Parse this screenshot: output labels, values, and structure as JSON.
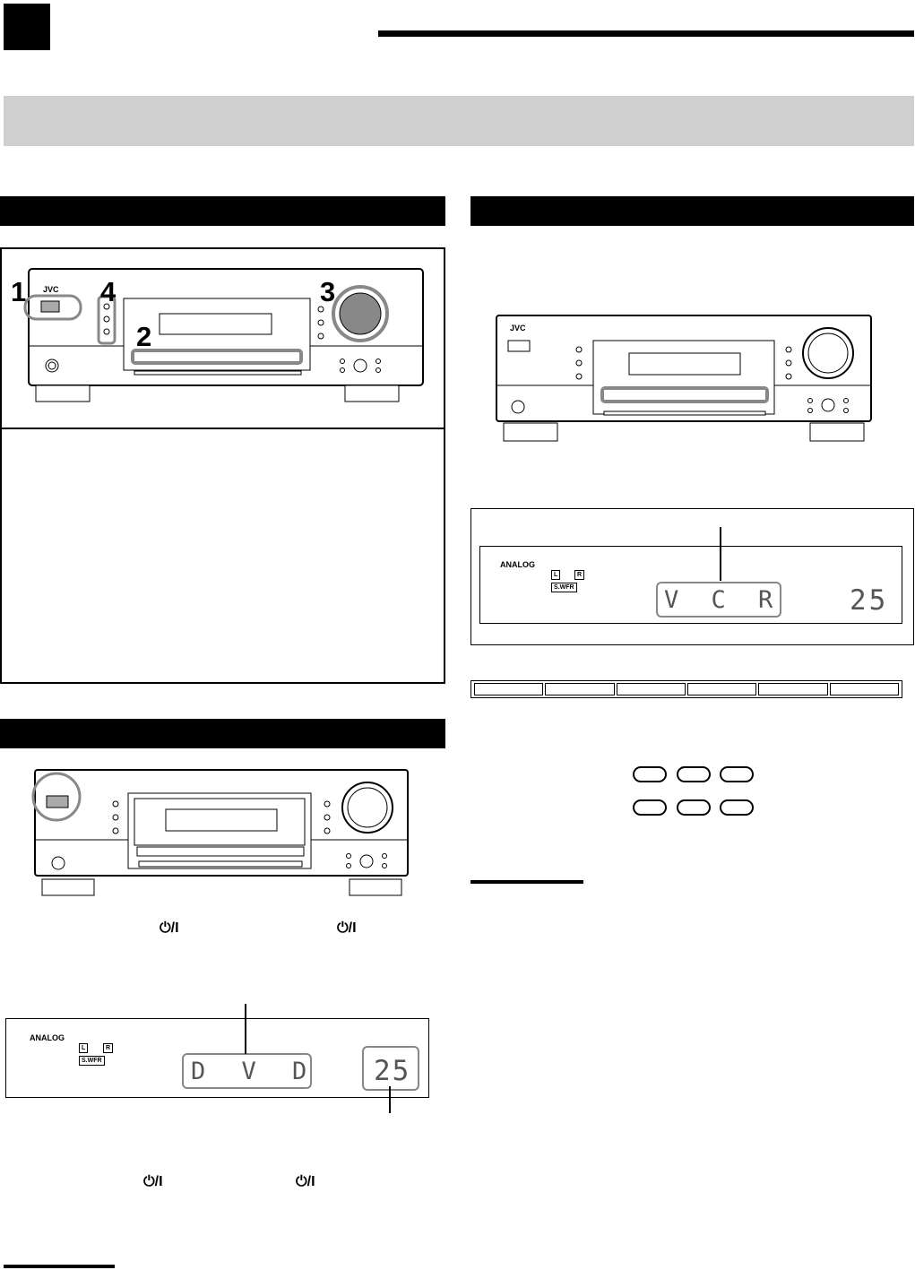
{
  "brand": "JVC",
  "callouts": {
    "one": "1",
    "two": "2",
    "three": "3",
    "four": "4"
  },
  "display": {
    "analog": "ANALOG",
    "ind_l": "L",
    "ind_r": "R",
    "ind_swfr": "S.WFR",
    "source_top": "V C R",
    "source_bottom": "D V D",
    "volume": "25"
  },
  "power_symbol": "⏻/I",
  "icons": {
    "power": "power-standby-icon"
  }
}
